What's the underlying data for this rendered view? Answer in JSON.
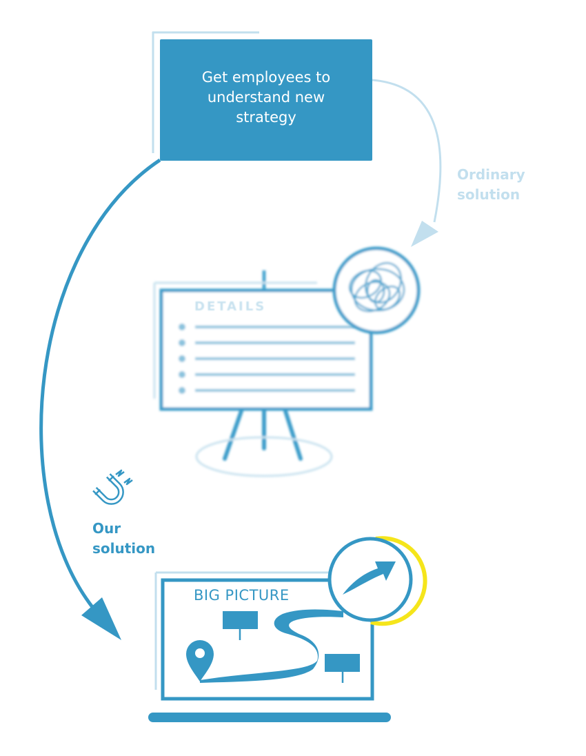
{
  "goal": {
    "text": "Get employees to understand new strategy"
  },
  "paths": {
    "ordinary_label": "Ordinary\nsolution",
    "our_label": "Our\nsolution"
  },
  "board": {
    "title": "DETAILS"
  },
  "screen": {
    "title": "BIG PICTURE"
  },
  "icons": {
    "confusion": "tangled-scribble-icon",
    "attraction": "magnet-icon",
    "growth": "trend-arrow-icon",
    "location": "map-pin-icon"
  },
  "colors": {
    "primary": "#3597c4",
    "faded": "#c2dfee",
    "highlight": "#f5e51b"
  }
}
